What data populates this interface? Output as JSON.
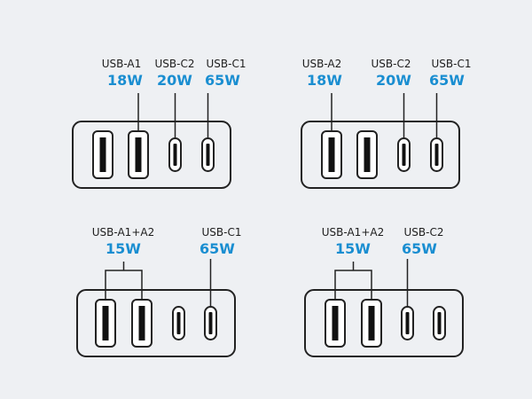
{
  "colors": {
    "background": "#eef0f3",
    "outline": "#222222",
    "label": "#1e1e1e",
    "wattage": "#1a8ed1"
  },
  "panels": [
    {
      "id": "top-left",
      "labels": [
        {
          "name": "USB-A1",
          "watt": "18W"
        },
        {
          "name": "USB-C2",
          "watt": "20W"
        },
        {
          "name": "USB-C1",
          "watt": "65W"
        }
      ]
    },
    {
      "id": "top-right",
      "labels": [
        {
          "name": "USB-A2",
          "watt": "18W"
        },
        {
          "name": "USB-C2",
          "watt": "20W"
        },
        {
          "name": "USB-C1",
          "watt": "65W"
        }
      ]
    },
    {
      "id": "bottom-left",
      "labels": [
        {
          "name": "USB-A1+A2",
          "watt": "15W"
        },
        {
          "name": "USB-C1",
          "watt": "65W"
        }
      ]
    },
    {
      "id": "bottom-right",
      "labels": [
        {
          "name": "USB-A1+A2",
          "watt": "15W"
        },
        {
          "name": "USB-C2",
          "watt": "65W"
        }
      ]
    }
  ]
}
